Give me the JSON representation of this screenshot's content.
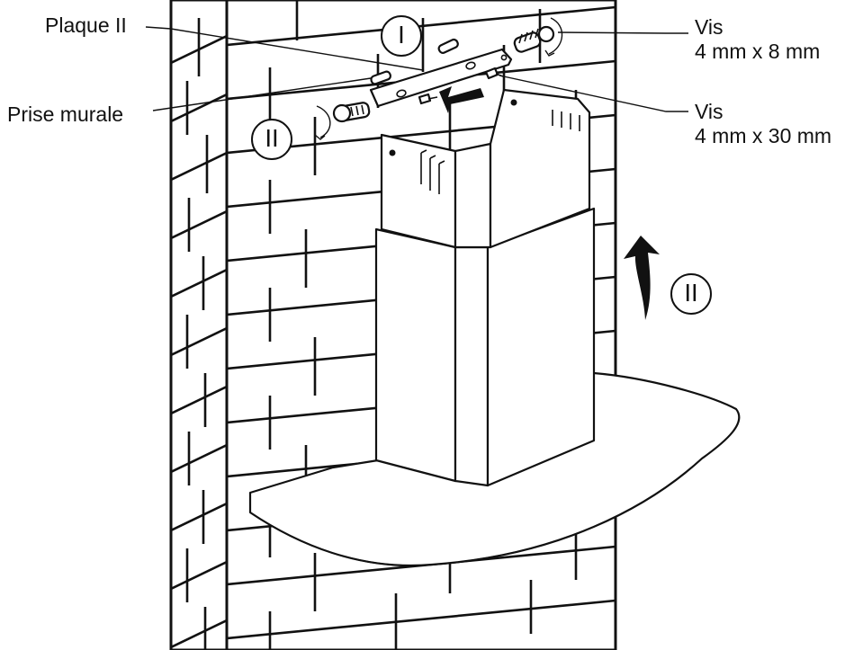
{
  "labels": {
    "plaque": "Plaque II",
    "prise": "Prise murale",
    "vis_small": [
      "Vis",
      "4 mm x 8 mm"
    ],
    "vis_large": [
      "Vis",
      "4 mm x 30 mm"
    ]
  },
  "steps": {
    "top": "I",
    "left": "II",
    "right": "II"
  },
  "colors": {
    "ink": "#111111",
    "paper": "#ffffff"
  },
  "icons": [
    "rotation-arrow-icon",
    "push-arrow-icon",
    "lift-arrow-icon",
    "screw-icon",
    "wall-plug-icon"
  ]
}
